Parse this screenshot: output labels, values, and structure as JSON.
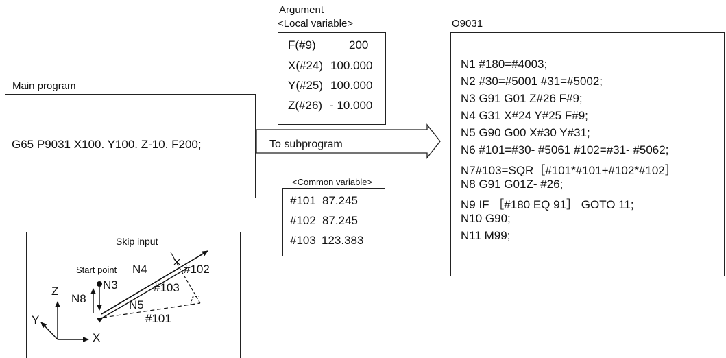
{
  "argument": {
    "title": "Argument",
    "subtitle": "<Local variable>",
    "rows": [
      {
        "name": "F(#9)",
        "value": "200"
      },
      {
        "name": "X(#24)",
        "value": "100.000"
      },
      {
        "name": "Y(#25)",
        "value": "100.000"
      },
      {
        "name": "Z(#26)",
        "value": "- 10.000"
      }
    ]
  },
  "main_program": {
    "title": "Main program",
    "command": "G65 P9031 X100. Y100. Z-10. F200;"
  },
  "arrow": {
    "label": "To subprogram"
  },
  "common_variable": {
    "title": "<Common variable>",
    "rows": [
      {
        "name": "#101",
        "value": "87.245"
      },
      {
        "name": "#102",
        "value": "87.245"
      },
      {
        "name": "#103",
        "value": "123.383"
      }
    ]
  },
  "subprogram": {
    "title": "O9031",
    "lines": [
      "N1 #180=#4003;",
      "N2 #30=#5001 #31=#5002;",
      "N3 G91 G01 Z#26 F#9;",
      "N4 G31 X#24 Y#25 F#9;",
      "N5 G90 G00 X#30 Y#31;",
      "N6 #101=#30- #5061 #102=#31- #5062;",
      "N7#103=SQR［#101*#101+#102*#102］",
      "N8 G91 G01Z- #26;",
      "N9 IF ［#180 EQ 91］ GOTO 11;",
      "N10 G90;",
      "N11 M99;"
    ]
  },
  "diagram": {
    "skip_input": "Skip input",
    "start_point": "Start point",
    "n4": "N4",
    "n3": "N3",
    "n8": "N8",
    "n5": "N5",
    "v101": "#101",
    "v102": "#102",
    "v103": "#103",
    "axis_z": "Z",
    "axis_y": "Y",
    "axis_x": "X"
  }
}
